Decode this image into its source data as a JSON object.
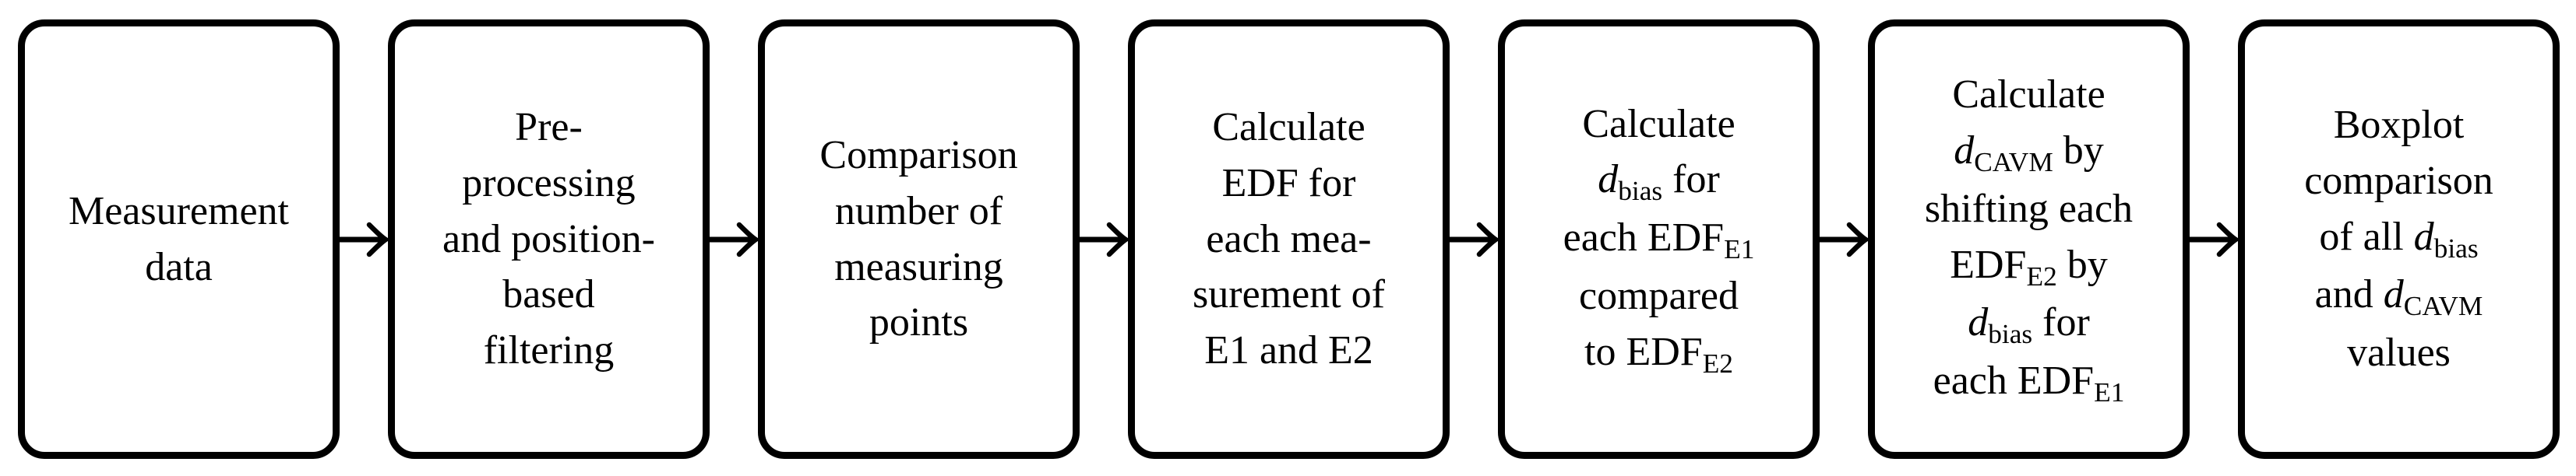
{
  "figure": {
    "type": "flowchart",
    "direction": "left-to-right",
    "colors": {
      "border": "#000000",
      "background": "#ffffff",
      "text": "#000000",
      "arrow": "#000000"
    },
    "connector": {
      "glyph": "→",
      "direction": "right",
      "count": 6
    },
    "boxes": [
      {
        "id": "measurement-data",
        "lines": [
          [
            {
              "t": "Measurement"
            }
          ],
          [
            {
              "t": "data"
            }
          ]
        ]
      },
      {
        "id": "preprocessing-position-filtering",
        "lines": [
          [
            {
              "t": "Pre-"
            }
          ],
          [
            {
              "t": "processing"
            }
          ],
          [
            {
              "t": "and position-"
            }
          ],
          [
            {
              "t": "based"
            }
          ],
          [
            {
              "t": "filtering"
            }
          ]
        ]
      },
      {
        "id": "comparison-number-measuring-points",
        "lines": [
          [
            {
              "t": "Comparison"
            }
          ],
          [
            {
              "t": "number of"
            }
          ],
          [
            {
              "t": "measuring"
            }
          ],
          [
            {
              "t": "points"
            }
          ]
        ]
      },
      {
        "id": "calculate-edf-each-measurement",
        "lines": [
          [
            {
              "t": "Calculate"
            }
          ],
          [
            {
              "t": "EDF for"
            }
          ],
          [
            {
              "t": "each mea-"
            }
          ],
          [
            {
              "t": "surement of"
            }
          ],
          [
            {
              "t": "E1 and E2"
            }
          ]
        ]
      },
      {
        "id": "calculate-dbias",
        "lines": [
          [
            {
              "t": "Calculate"
            }
          ],
          [
            {
              "t": "d",
              "style": "italic"
            },
            {
              "t": "bias",
              "style": "sub"
            },
            {
              "t": " for"
            }
          ],
          [
            {
              "t": "each EDF"
            },
            {
              "t": "E1",
              "style": "sub"
            }
          ],
          [
            {
              "t": "compared"
            }
          ],
          [
            {
              "t": "to EDF"
            },
            {
              "t": "E2",
              "style": "sub"
            }
          ]
        ]
      },
      {
        "id": "calculate-dcavm",
        "lines": [
          [
            {
              "t": "Calculate"
            }
          ],
          [
            {
              "t": "d",
              "style": "italic"
            },
            {
              "t": "CAVM",
              "style": "sub"
            },
            {
              "t": " by"
            }
          ],
          [
            {
              "t": "shifting each"
            }
          ],
          [
            {
              "t": "EDF"
            },
            {
              "t": "E2",
              "style": "sub"
            },
            {
              "t": " by"
            }
          ],
          [
            {
              "t": "d",
              "style": "italic"
            },
            {
              "t": "bias",
              "style": "sub"
            },
            {
              "t": " for"
            }
          ],
          [
            {
              "t": "each EDF"
            },
            {
              "t": "E1",
              "style": "sub"
            }
          ]
        ]
      },
      {
        "id": "boxplot-comparison",
        "lines": [
          [
            {
              "t": "Boxplot"
            }
          ],
          [
            {
              "t": "comparison"
            }
          ],
          [
            {
              "t": "of all "
            },
            {
              "t": "d",
              "style": "italic"
            },
            {
              "t": "bias",
              "style": "sub"
            }
          ],
          [
            {
              "t": "and "
            },
            {
              "t": "d",
              "style": "italic"
            },
            {
              "t": "CAVM",
              "style": "sub"
            }
          ],
          [
            {
              "t": "values"
            }
          ]
        ]
      }
    ]
  }
}
